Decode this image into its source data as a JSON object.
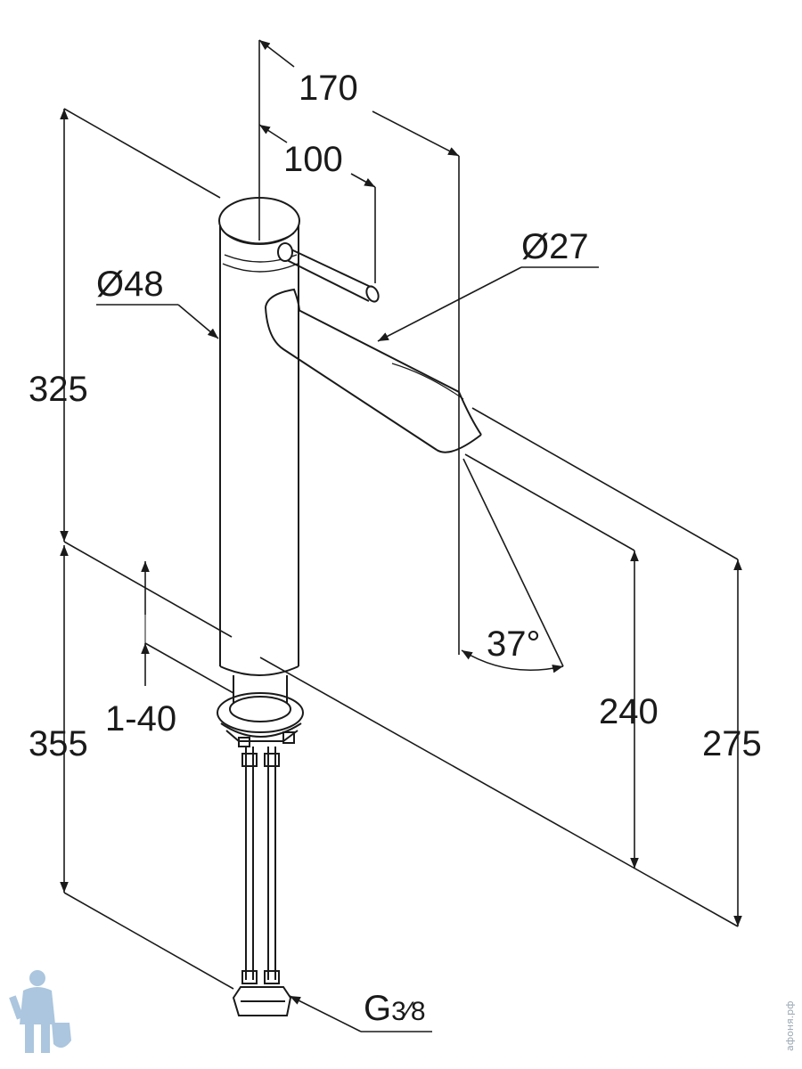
{
  "dimensions": {
    "width_170": "170",
    "lever_100": "100",
    "spout_diameter": "Ø27",
    "body_diameter": "Ø48",
    "total_height_325": "325",
    "spout_height_240": "240",
    "spout_reach_275": "275",
    "angle": "37°",
    "counter_thickness": "1-40",
    "hose_length": "355"
  },
  "thread": {
    "prefix": "G",
    "fraction": "3⁄8"
  },
  "watermark": {
    "text": "афоня.рф",
    "icon": "plumber-mascot-icon",
    "color": "#8fb3d4"
  },
  "colors": {
    "line": "#1a1a1a",
    "background": "#ffffff"
  }
}
